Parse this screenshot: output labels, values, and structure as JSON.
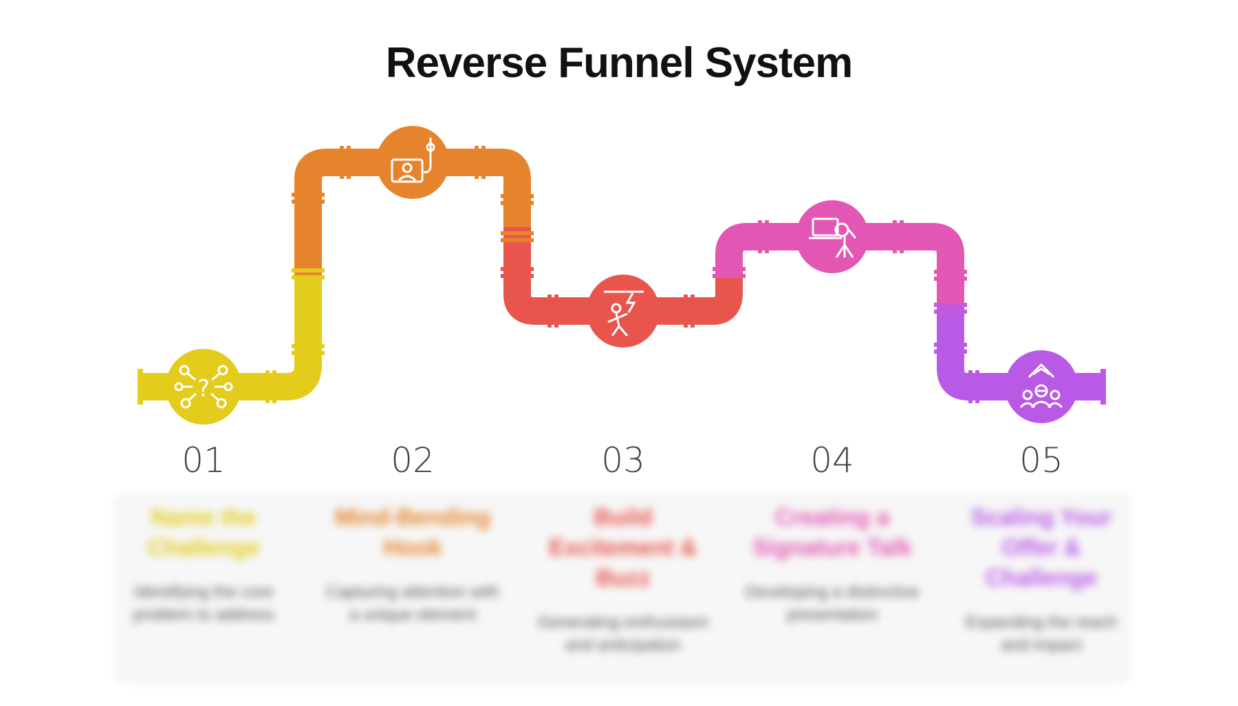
{
  "title": "Reverse Funnel System",
  "steps": [
    {
      "number": "01",
      "heading": "Name the Challenge",
      "description": "Identifying the core problem to address",
      "color": "#e3cc1b",
      "icon": "network-question-icon"
    },
    {
      "number": "02",
      "heading": "Mind-Bending Hook",
      "description": "Capturing attention with a unique element",
      "color": "#e5842d",
      "icon": "hook-presentation-icon"
    },
    {
      "number": "03",
      "heading": "Build Excitement & Buzz",
      "description": "Generating enthusiasm and anticipation",
      "color": "#e8554d",
      "icon": "lightning-person-icon"
    },
    {
      "number": "04",
      "heading": "Creating a Signature Talk",
      "description": "Developing a distinctive presentation",
      "color": "#e257b3",
      "icon": "speaker-laptop-icon"
    },
    {
      "number": "05",
      "heading": "Scaling Your Offer & Challenge",
      "description": "Expanding the reach and impact",
      "color": "#b95ae6",
      "icon": "audience-growth-icon"
    }
  ]
}
